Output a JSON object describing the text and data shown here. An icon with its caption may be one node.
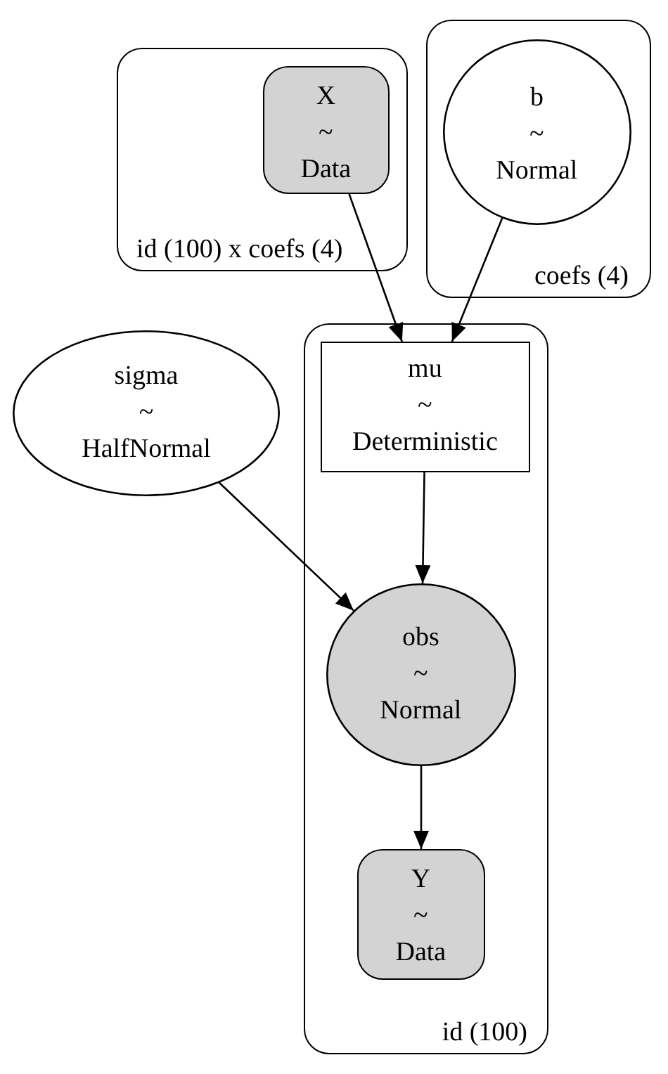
{
  "diagram": {
    "nodes": [
      {
        "text": [
          "id (100) x coefs (4)"
        ]
      },
      {
        "text": [
          "X",
          "~",
          "Data"
        ],
        "in": 0
      },
      {
        "text": [
          "coefs (4)"
        ]
      },
      {
        "text": [
          "b",
          "~",
          "Normal"
        ],
        "in": 2
      },
      {
        "text": [
          "sigma",
          "~",
          "HalfNormal"
        ]
      },
      {
        "text": [
          "id (100)"
        ]
      },
      {
        "text": [
          "mu",
          "~",
          "Deterministic"
        ],
        "in": 5
      },
      {
        "text": [
          "obs",
          "~",
          "Normal"
        ],
        "in": 5
      },
      {
        "text": [
          "Y",
          "~",
          "Data"
        ],
        "in": 5
      }
    ],
    "edges": [
      {
        "from": 1,
        "to": 6,
        "arrow": "to"
      },
      {
        "from": 3,
        "to": 6,
        "arrow": "to"
      },
      {
        "from": 4,
        "to": 7,
        "arrow": "to"
      },
      {
        "from": 6,
        "to": 7,
        "arrow": "to"
      },
      {
        "from": 7,
        "to": 8,
        "arrow": "to"
      }
    ]
  }
}
